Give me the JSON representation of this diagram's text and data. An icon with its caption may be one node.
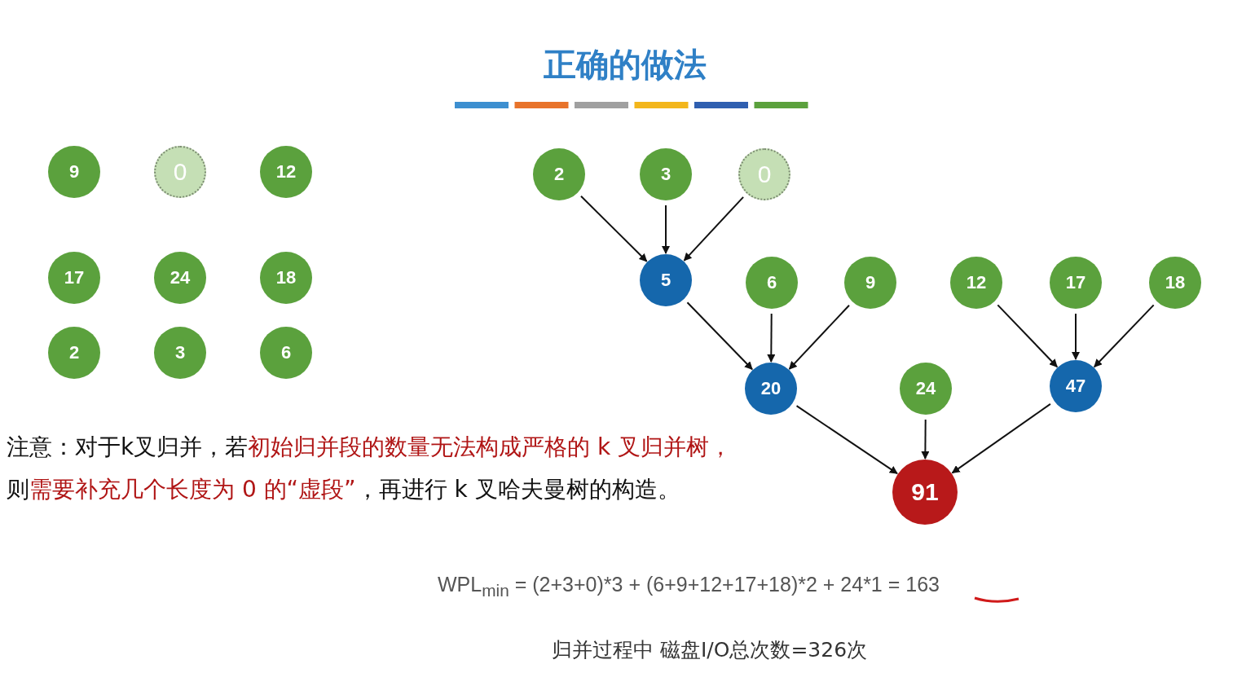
{
  "diagram": {
    "title": "正确的做法",
    "nodes": [
      {
        "text": [
          "9"
        ]
      },
      {
        "text": [
          "0"
        ]
      },
      {
        "text": [
          "12"
        ]
      },
      {
        "text": [
          "17"
        ]
      },
      {
        "text": [
          "24"
        ]
      },
      {
        "text": [
          "18"
        ]
      },
      {
        "text": [
          "2"
        ]
      },
      {
        "text": [
          "3"
        ]
      },
      {
        "text": [
          "6"
        ]
      },
      {
        "text": [
          "2"
        ]
      },
      {
        "text": [
          "3"
        ]
      },
      {
        "text": [
          "0"
        ]
      },
      {
        "text": [
          "5"
        ]
      },
      {
        "text": [
          "6"
        ]
      },
      {
        "text": [
          "9"
        ]
      },
      {
        "text": [
          "12"
        ]
      },
      {
        "text": [
          "17"
        ]
      },
      {
        "text": [
          "18"
        ]
      },
      {
        "text": [
          "20"
        ]
      },
      {
        "text": [
          "24"
        ]
      },
      {
        "text": [
          "47"
        ]
      },
      {
        "text": [
          "91"
        ]
      }
    ],
    "edges": [
      {
        "from": 9,
        "to": 12,
        "arrow": "to"
      },
      {
        "from": 10,
        "to": 12,
        "arrow": "to"
      },
      {
        "from": 11,
        "to": 12,
        "arrow": "to"
      },
      {
        "from": 12,
        "to": 18,
        "arrow": "to"
      },
      {
        "from": 13,
        "to": 18,
        "arrow": "to"
      },
      {
        "from": 14,
        "to": 18,
        "arrow": "to"
      },
      {
        "from": 15,
        "to": 20,
        "arrow": "to"
      },
      {
        "from": 16,
        "to": 20,
        "arrow": "to"
      },
      {
        "from": 17,
        "to": 20,
        "arrow": "to"
      },
      {
        "from": 18,
        "to": 21,
        "arrow": "to"
      },
      {
        "from": 19,
        "to": 21,
        "arrow": "to"
      },
      {
        "from": 20,
        "to": 21,
        "arrow": "to"
      }
    ],
    "labels": [
      "注意：对于k叉归并，若",
      "初始归并段的数量无法构成严格的 k 叉归并树，",
      "则",
      "需要补充几个长度为 0 的“虚段”",
      "，再进行 k 叉哈夫曼树的构造。",
      "WPL$_{min}$ = (2+3+0)*3 + (6+9+12+17+18)*2 + 24*1 = 163",
      "归并过程中 磁盘I/O总次数=326次"
    ]
  }
}
